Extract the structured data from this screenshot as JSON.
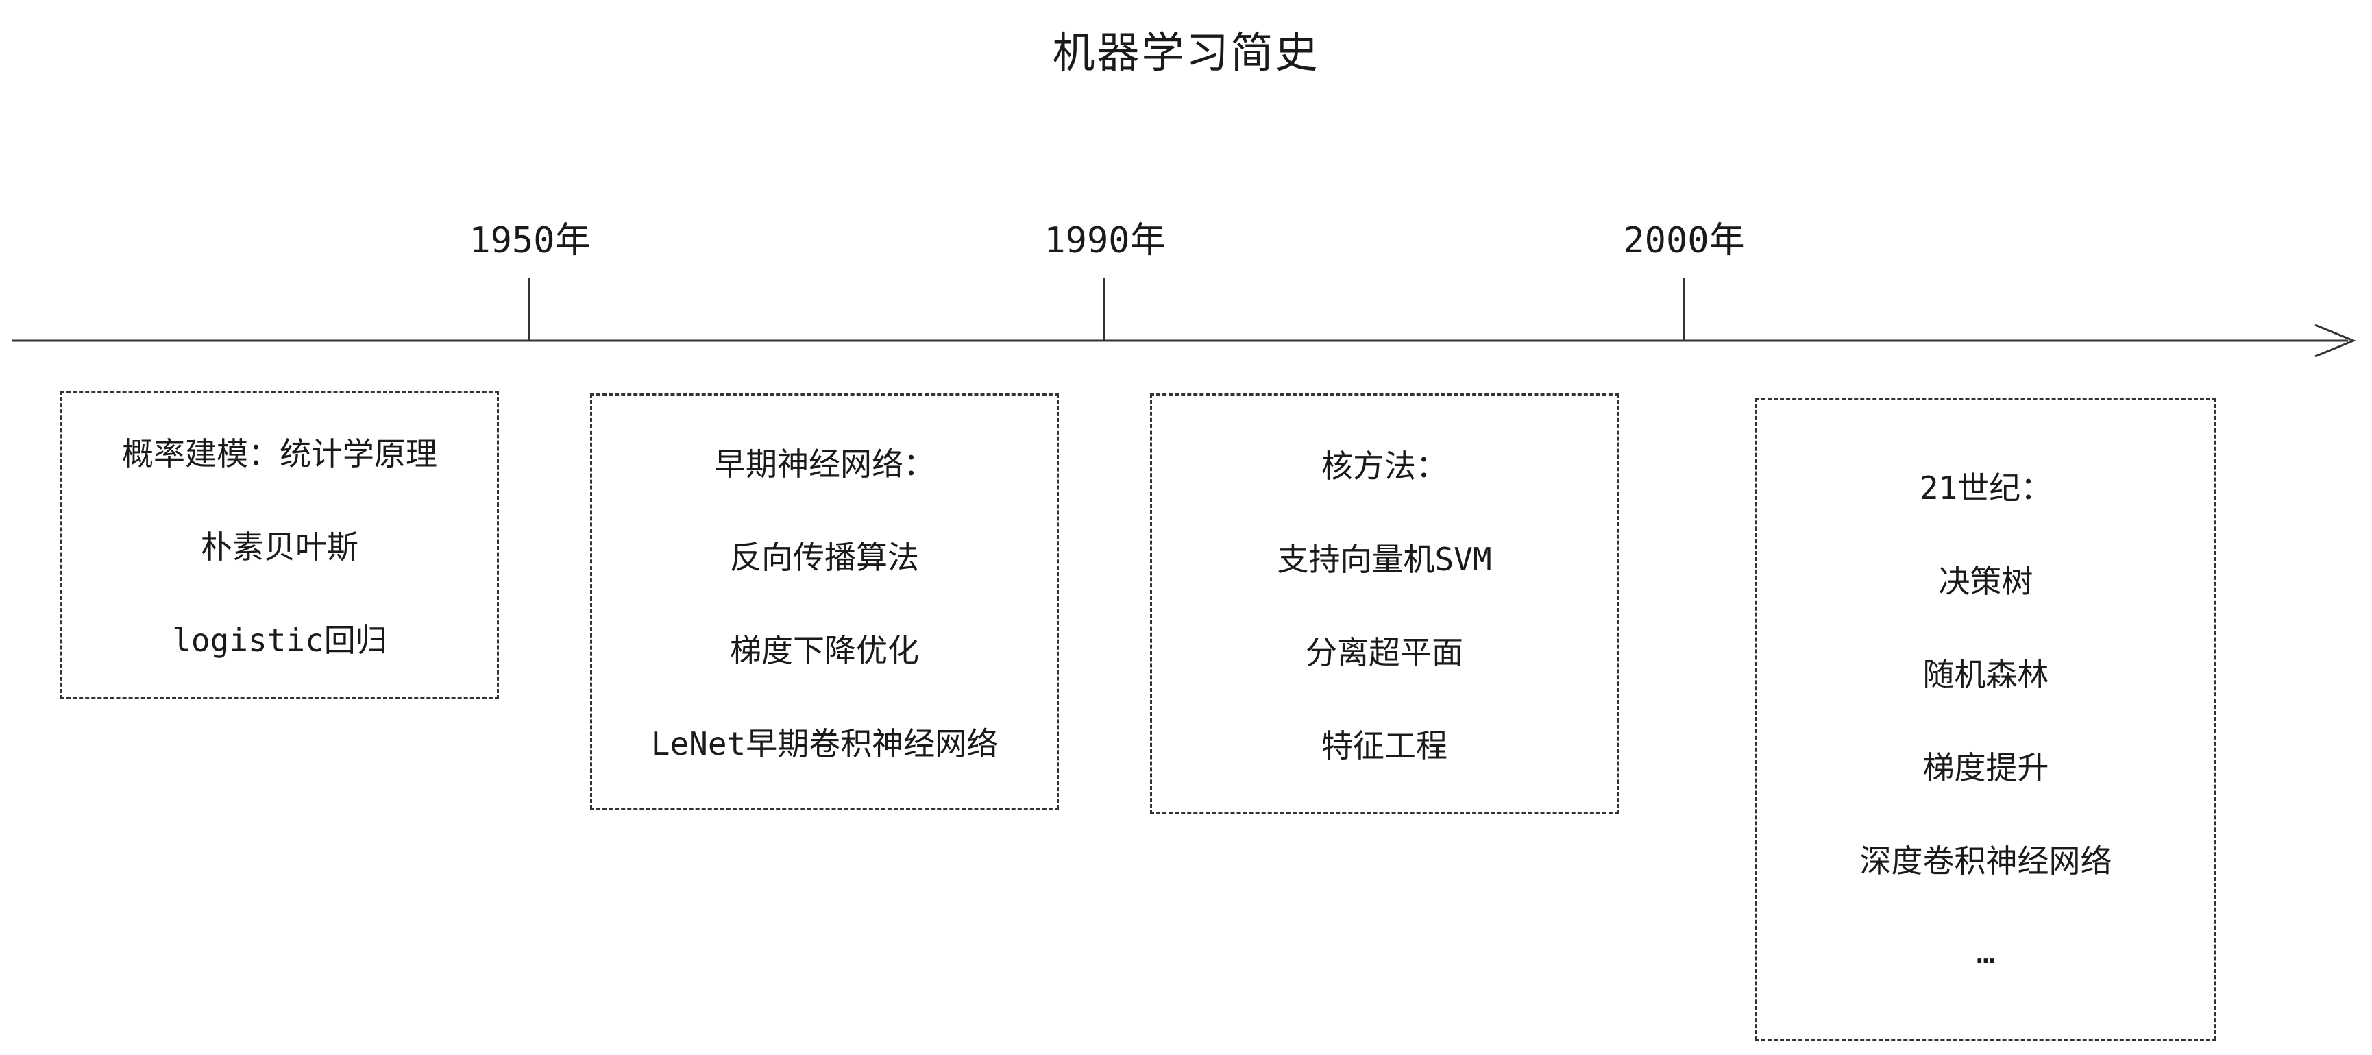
{
  "title": "机器学习简史",
  "timeline": {
    "markers": [
      {
        "label": "1950年"
      },
      {
        "label": "1990年"
      },
      {
        "label": "2000年"
      }
    ]
  },
  "boxes": [
    {
      "lines": [
        "概率建模：统计学原理",
        "朴素贝叶斯",
        "logistic回归"
      ]
    },
    {
      "lines": [
        "早期神经网络：",
        "反向传播算法",
        "梯度下降优化",
        "LeNet早期卷积神经网络"
      ]
    },
    {
      "lines": [
        "核方法：",
        "支持向量机SVM",
        "分离超平面",
        "特征工程"
      ]
    },
    {
      "lines": [
        "21世纪：",
        "决策树",
        "随机森林",
        "梯度提升",
        "深度卷积神经网络",
        "…"
      ]
    }
  ],
  "colors": {
    "line": "#333333",
    "text": "#1a1a1a",
    "background": "#ffffff"
  }
}
